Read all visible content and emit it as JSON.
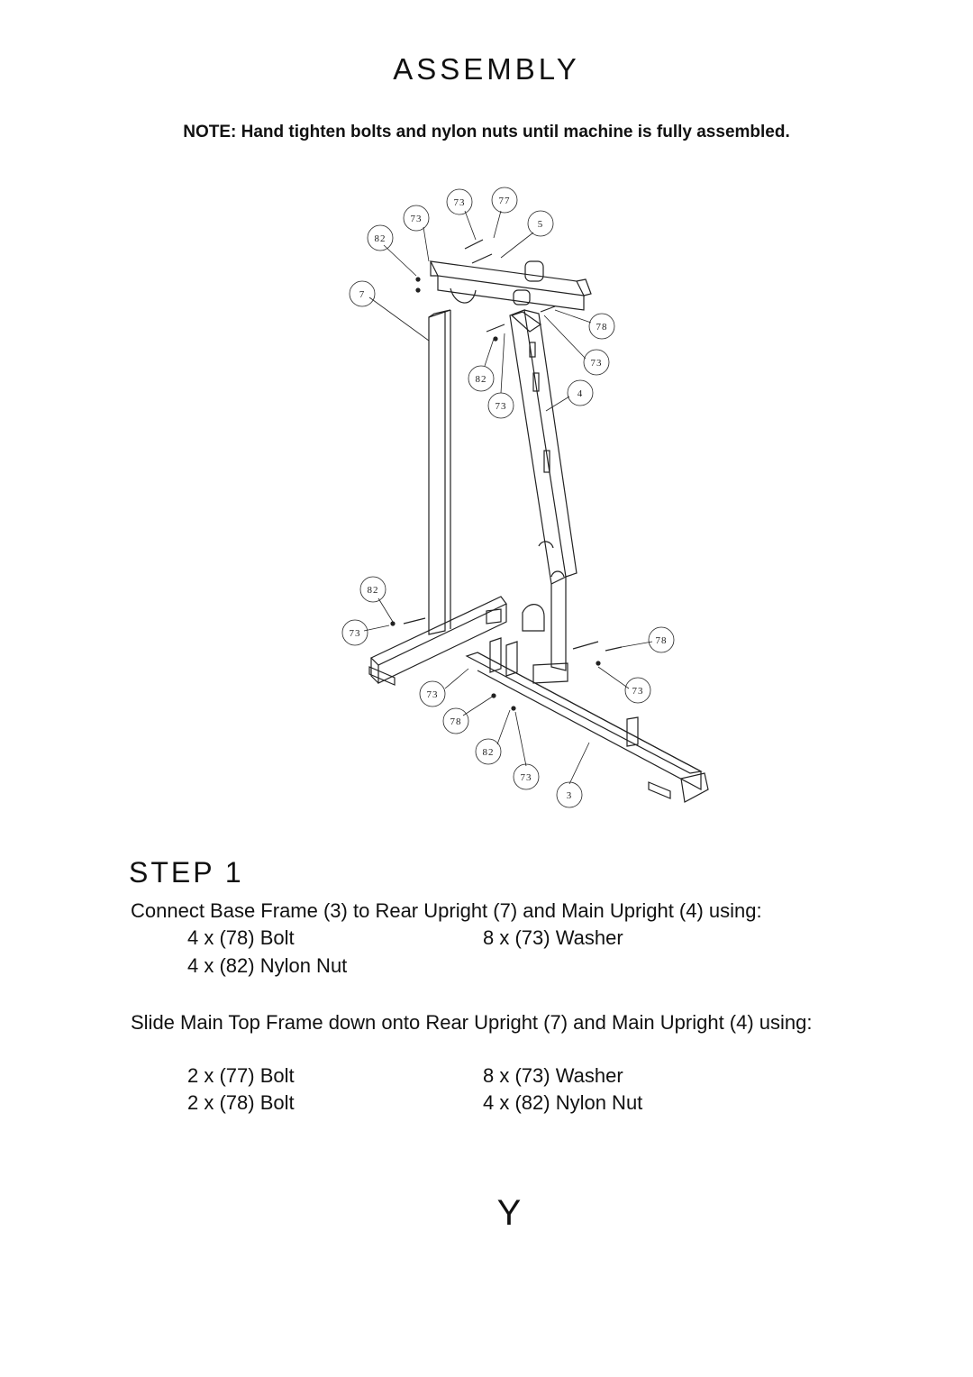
{
  "title": "ASSEMBLY",
  "note": "NOTE:  Hand tighten bolts and nylon nuts until machine is fully assembled.",
  "diagram": {
    "callouts": [
      "73",
      "77",
      "73",
      "5",
      "82",
      "7",
      "78",
      "73",
      "82",
      "4",
      "73",
      "82",
      "73",
      "78",
      "73",
      "73",
      "78",
      "82",
      "73",
      "3"
    ]
  },
  "step": {
    "heading": "STEP 1",
    "para1": "Connect Base Frame (3) to Rear Upright (7) and Main Upright (4) using:",
    "list1": {
      "r1c1": "4 x (78) Bolt",
      "r1c2": "8 x (73) Washer",
      "r2c1": "4 x (82) Nylon Nut"
    },
    "para2": "Slide Main Top Frame down onto Rear Upright (7) and Main Upright (4) using:",
    "list2": {
      "r1c1": "2 x (77) Bolt",
      "r1c2": "8 x (73) Washer",
      "r2c1": "2 x (78) Bolt",
      "r2c2": "4 x (82) Nylon Nut"
    }
  },
  "page_letter": "Y"
}
